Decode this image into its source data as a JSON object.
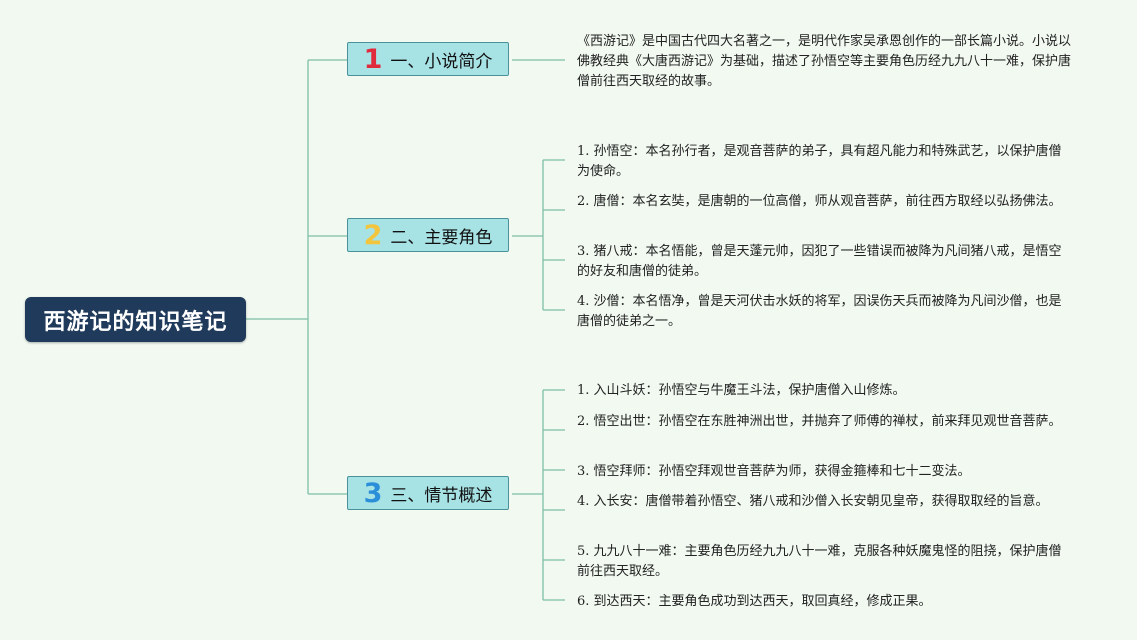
{
  "root": {
    "title": "西游记的知识笔记"
  },
  "branches": [
    {
      "number": "1",
      "number_color": "#e02b3c",
      "label": "一、小说简介",
      "text": "《西游记》是中国古代四大名著之一，是明代作家吴承恩创作的一部长篇小说。小说以佛教经典《大唐西游记》为基础，描述了孙悟空等主要角色历经九九八十一难，保护唐僧前往西天取经的故事。"
    },
    {
      "number": "2",
      "number_color": "#f2c53d",
      "label": "二、主要角色",
      "items": [
        "1. 孙悟空：本名孙行者，是观音菩萨的弟子，具有超凡能力和特殊武艺，以保护唐僧为使命。",
        "2. 唐僧：本名玄奘，是唐朝的一位高僧，师从观音菩萨，前往西方取经以弘扬佛法。",
        "3. 猪八戒：本名悟能，曾是天蓬元帅，因犯了一些错误而被降为凡间猪八戒，是悟空的好友和唐僧的徒弟。",
        "4. 沙僧：本名悟净，曾是天河伏击水妖的将军，因误伤天兵而被降为凡间沙僧，也是唐僧的徒弟之一。"
      ]
    },
    {
      "number": "3",
      "number_color": "#2a8fd8",
      "label": "三、情节概述",
      "items": [
        "1. 入山斗妖：孙悟空与牛魔王斗法，保护唐僧入山修炼。",
        "2. 悟空出世：孙悟空在东胜神洲出世，并抛弃了师傅的禅杖，前来拜见观世音菩萨。",
        "3. 悟空拜师：孙悟空拜观世音菩萨为师，获得金箍棒和七十二变法。",
        "4. 入长安：唐僧带着孙悟空、猪八戒和沙僧入长安朝见皇帝，获得取取经的旨意。",
        "5. 九九八十一难：主要角色历经九九八十一难，克服各种妖魔鬼怪的阻挠，保护唐僧前往西天取经。",
        "6. 到达西天：主要角色成功到达西天，取回真经，修成正果。"
      ]
    }
  ],
  "colors": {
    "line": "#7fbfa6",
    "root_bg": "#1f3a5a",
    "branch_bg": "#a7e2e5",
    "branch_border": "#4a9199"
  }
}
